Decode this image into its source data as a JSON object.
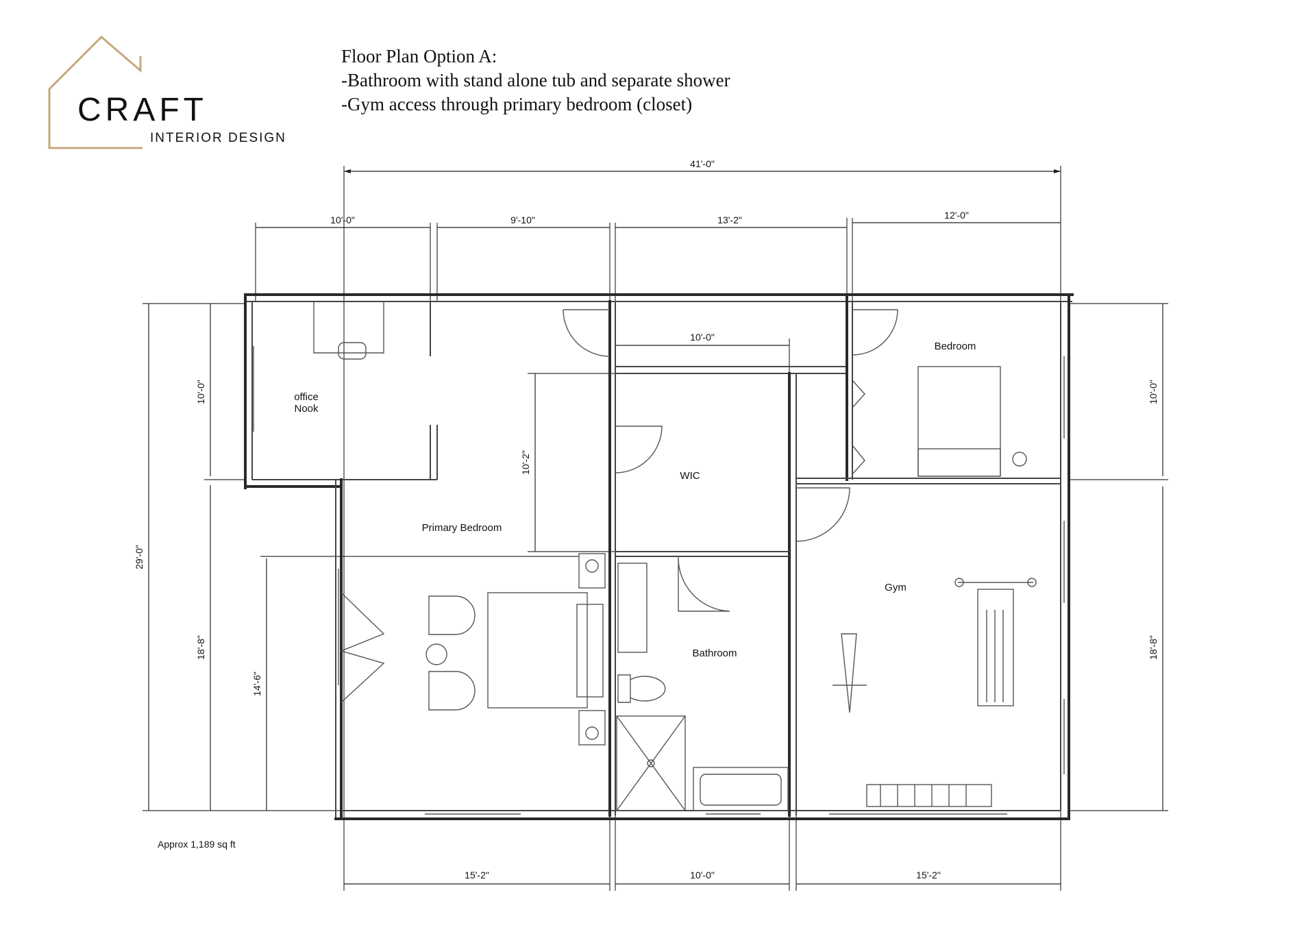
{
  "logo": {
    "word": "CRAFT",
    "subtitle": "INTERIOR DESIGN",
    "accent_color": "#c4a77d"
  },
  "header": {
    "title": "Floor Plan Option A:",
    "lines": [
      "-Bathroom with stand alone tub and separate shower",
      "-Gym access through primary bedroom (closet)"
    ]
  },
  "dimensions": {
    "overall_width": "41'-0\"",
    "top": [
      "10'-0\"",
      "9'-10\"",
      "13'-2\"",
      "12'-0\""
    ],
    "wic_width": "10'-0\"",
    "wic_height": "10'-2\"",
    "left_overall": "29'-0\"",
    "left_upper": "10'-0\"",
    "left_lower": "18'-8\"",
    "left_inner": "14'-6\"",
    "right_upper": "10'-0\"",
    "right_lower": "18'-8\"",
    "bottom": [
      "15'-2\"",
      "10'-0\"",
      "15'-2\""
    ]
  },
  "rooms": {
    "office": [
      "office",
      "Nook"
    ],
    "primary_bedroom": "Primary Bedroom",
    "wic": "WIC",
    "bathroom": "Bathroom",
    "bedroom": "Bedroom",
    "gym": "Gym"
  },
  "note": "Approx 1,189 sq ft"
}
